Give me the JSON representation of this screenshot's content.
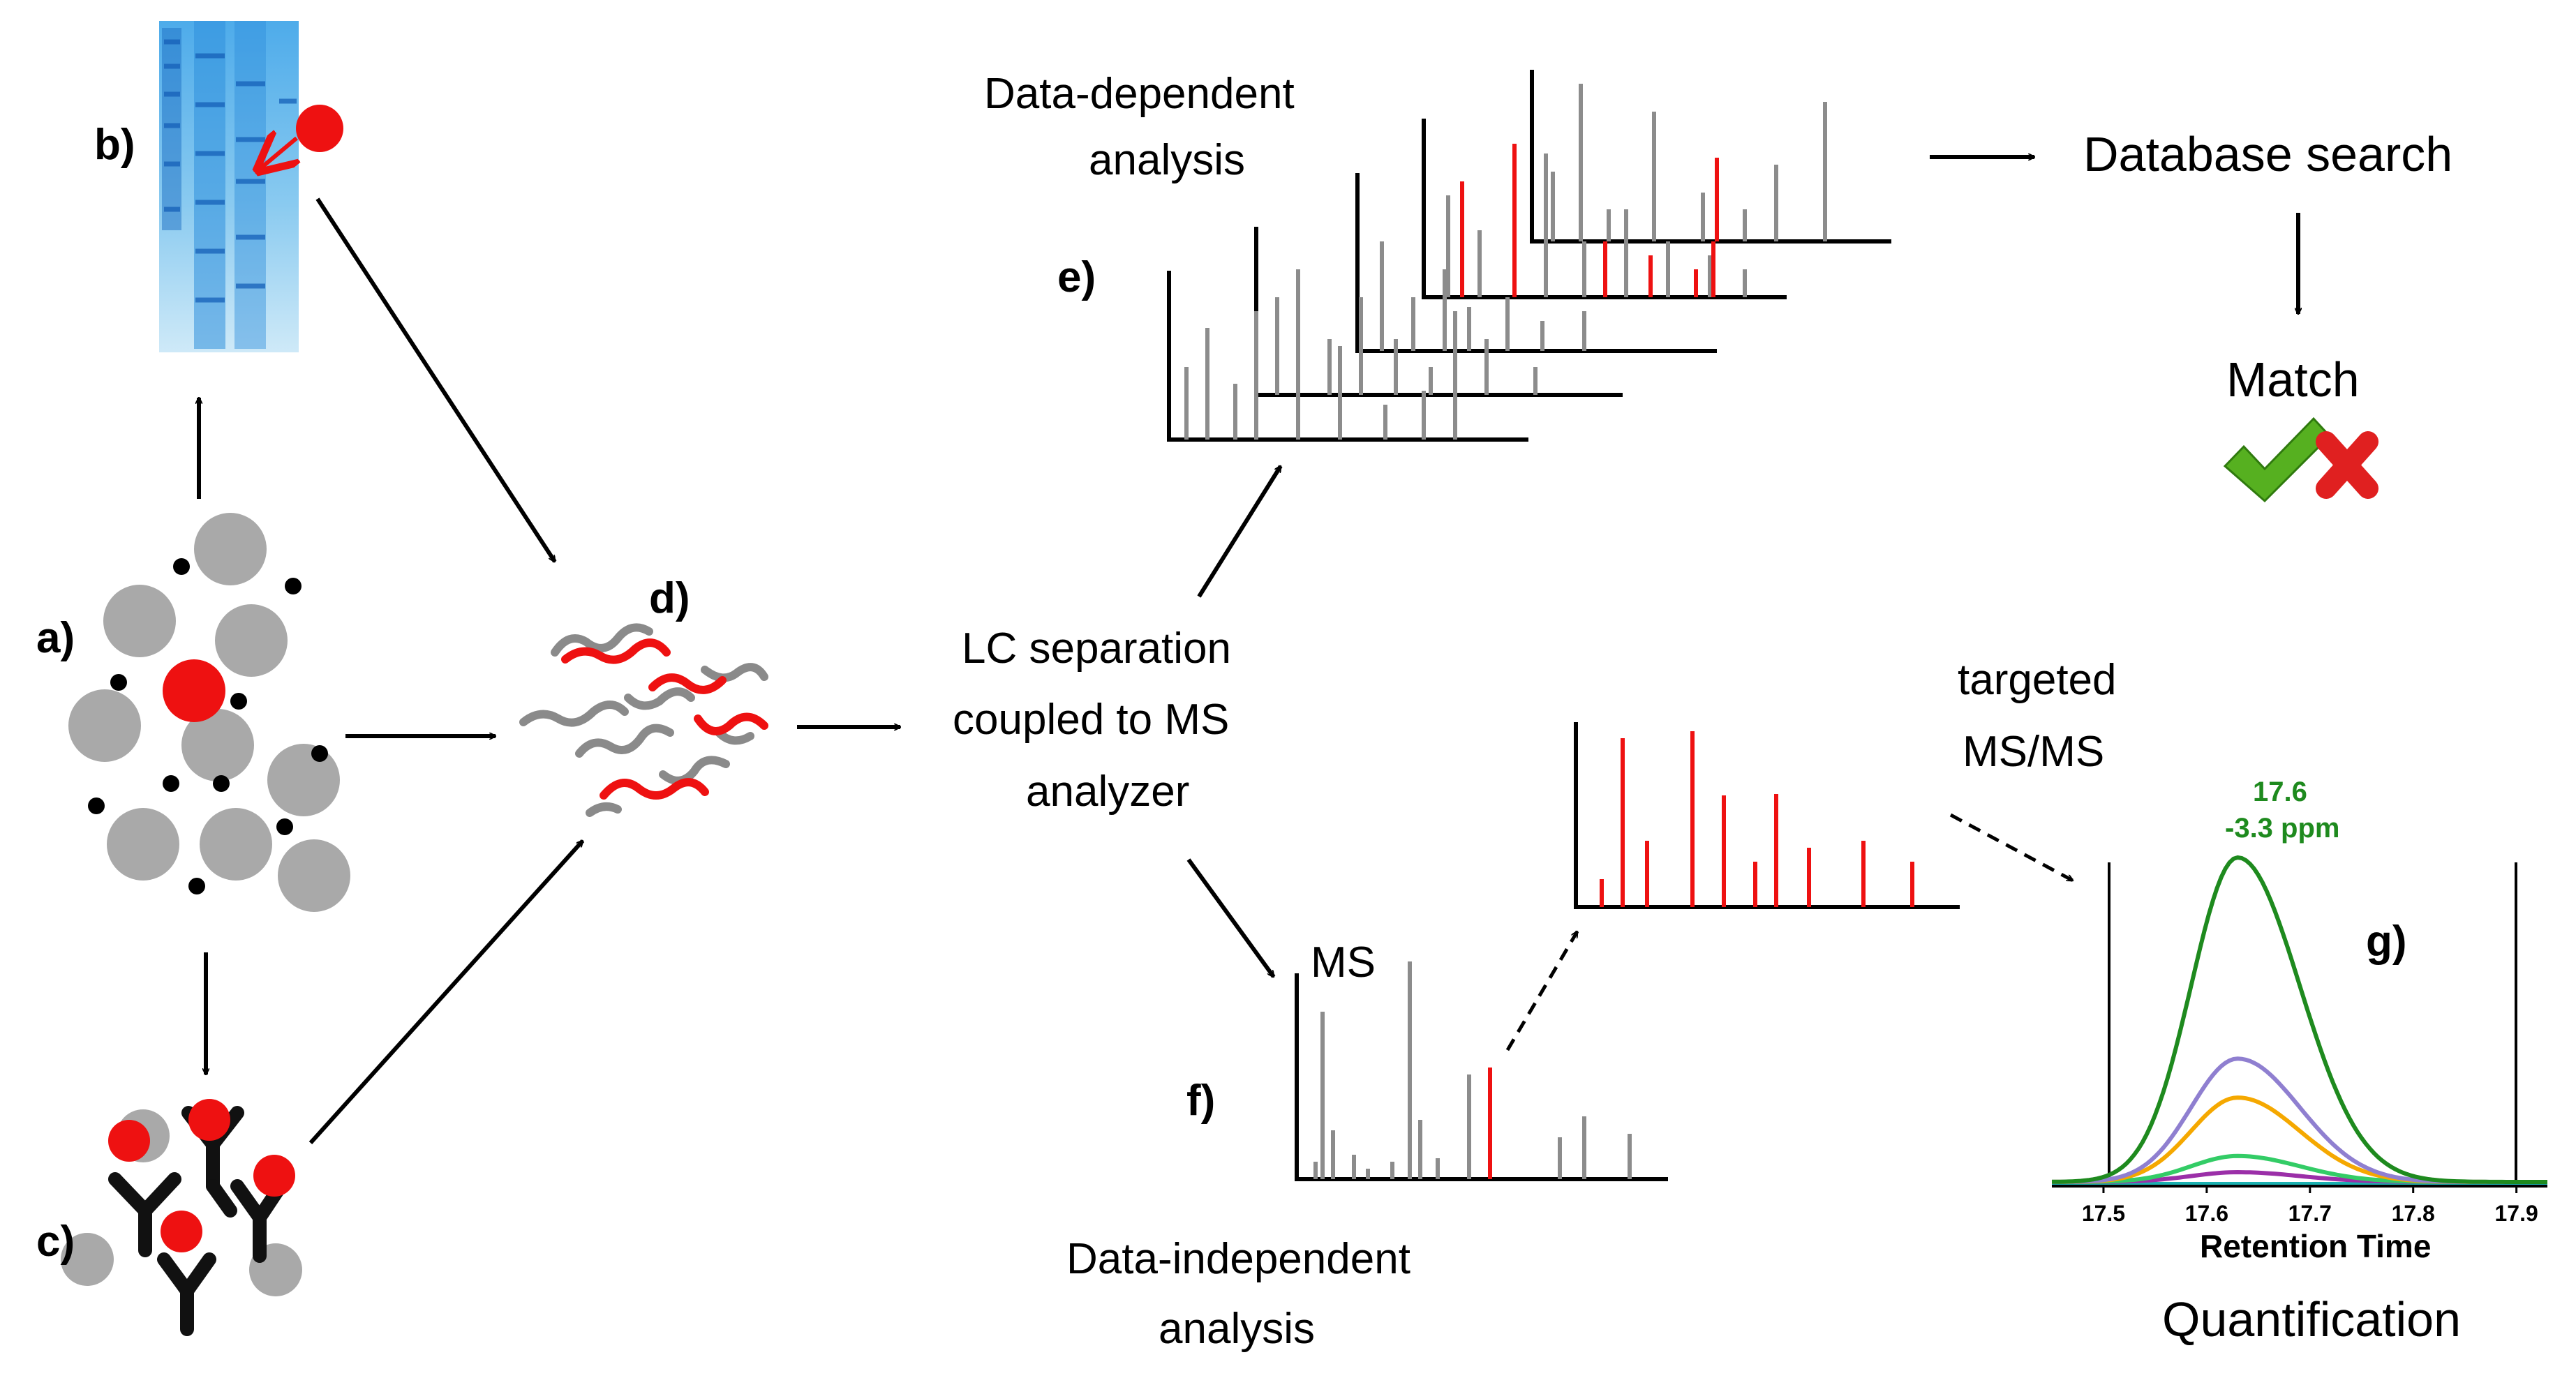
{
  "labels": {
    "a": "a)",
    "b": "b)",
    "c": "c)",
    "d": "d)",
    "e": "e)",
    "f": "f)",
    "g": "g)"
  },
  "text": {
    "dda_line1": "Data-dependent",
    "dda_line2": "analysis",
    "database_search": "Database search",
    "match": "Match",
    "lc_line1": "LC separation",
    "lc_line2": "coupled to MS",
    "lc_line3": "analyzer",
    "targeted_line1": "targeted",
    "targeted_line2": "MS/MS",
    "ms": "MS",
    "dia_line1": "Data-independent",
    "dia_line2": "analysis",
    "quantification": "Quantification"
  },
  "colors": {
    "red": "#ee1111",
    "gray": "#8c8c8c",
    "green_peak": "#1e8a1e",
    "purple_peak": "#8f7fd0",
    "orange_peak": "#f5a800",
    "light_green_peak": "#33cc66",
    "magenta_peak": "#9b2fa8",
    "teal_baseline": "#1ab0b0",
    "check_green": "#56b020",
    "cross_red": "#e02020"
  },
  "icons": [
    "check-icon",
    "cross-icon"
  ],
  "chart_data": {
    "type": "line",
    "xlabel": "Retention Time",
    "x_ticks": [
      "17.5",
      "17.6",
      "17.7",
      "17.8",
      "17.9"
    ],
    "xlim": [
      17.45,
      17.93
    ],
    "annotation": {
      "retention_time": "17.6",
      "mass_error": "-3.3 ppm"
    },
    "series": [
      {
        "color": "#1e8a1e",
        "peak_x": 17.63,
        "peak_height": 1.0
      },
      {
        "color": "#8f7fd0",
        "peak_x": 17.63,
        "peak_height": 0.38
      },
      {
        "color": "#f5a800",
        "peak_x": 17.63,
        "peak_height": 0.26
      },
      {
        "color": "#33cc66",
        "peak_x": 17.63,
        "peak_height": 0.08
      },
      {
        "color": "#9b2fa8",
        "peak_x": 17.63,
        "peak_height": 0.03
      }
    ]
  }
}
